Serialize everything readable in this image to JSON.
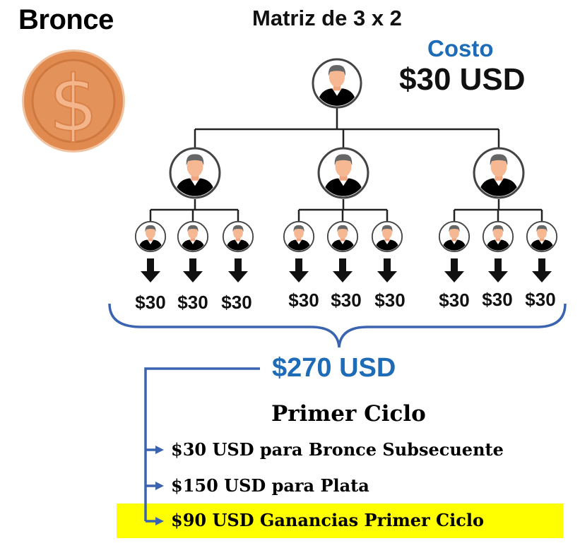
{
  "plan": {
    "name": "Bronce",
    "icon": "coin-dollar-icon",
    "coin_color": "#e08a4f"
  },
  "matrix": {
    "title": "Matriz de 3 x 2",
    "cost_label": "Costo",
    "cost_value": "$30 USD",
    "level3_amounts": [
      "$30",
      "$30",
      "$30",
      "$30",
      "$30",
      "$30",
      "$30",
      "$30",
      "$30"
    ]
  },
  "total": "$270 USD",
  "cycle": {
    "title": "Primer Ciclo",
    "items": [
      "$30 USD para Bronce Subsecuente",
      "$150 USD para Plata",
      "$90 USD Ganancias Primer Ciclo"
    ]
  },
  "colors": {
    "accent": "#1e6bb8",
    "highlight": "#ffff00",
    "level1": "#2e8fe0",
    "level2": "#45c22a",
    "level3": "#f28c1e"
  }
}
